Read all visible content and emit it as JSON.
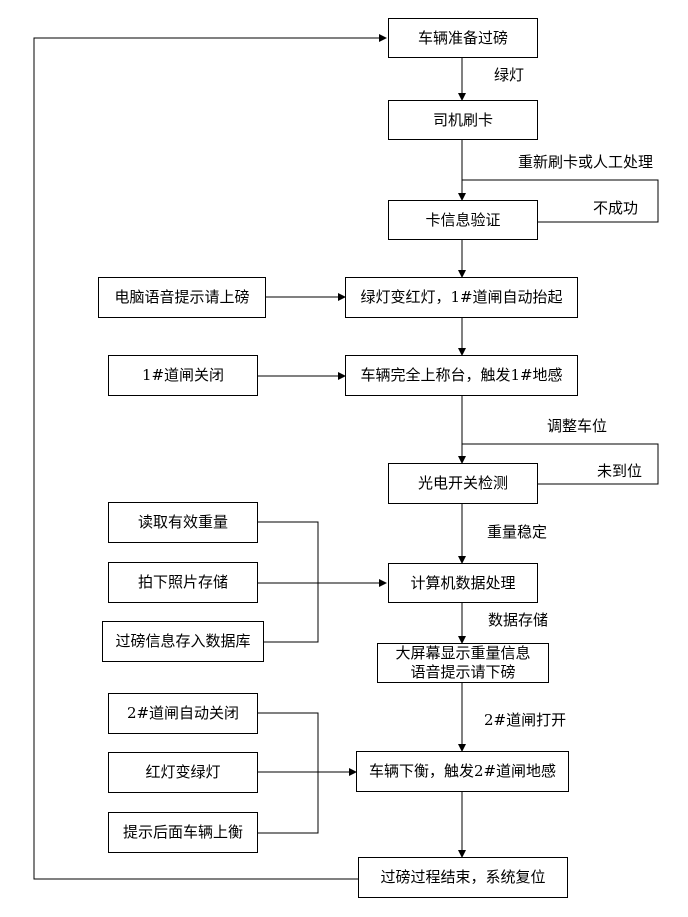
{
  "flow": {
    "step1": "车辆准备过磅",
    "step2": "司机刷卡",
    "step3": "卡信息验证",
    "step4": "绿灯变红灯，1#道闸自动抬起",
    "step5": "车辆完全上称台，触发1#地感",
    "step6": "光电开关检测",
    "step7": "计算机数据处理",
    "step8_line1": "大屏幕显示重量信息",
    "step8_line2": "语音提示请下磅",
    "step9": "车辆下衡，触发2#道闸地感",
    "step10": "过磅过程结束，系统复位"
  },
  "side": {
    "voice_prompt": "电脑语音提示请上磅",
    "gate1_close": "1#道闸关闭",
    "read_weight": "读取有效重量",
    "take_photo": "拍下照片存储",
    "save_db": "过磅信息存入数据库",
    "gate2_close": "2#道闸自动关闭",
    "red_to_green": "红灯变绿灯",
    "next_vehicle": "提示后面车辆上衡"
  },
  "labels": {
    "green_light": "绿灯",
    "reswipe": "重新刷卡或人工处理",
    "failed": "不成功",
    "adjust": "调整车位",
    "not_in_place": "未到位",
    "weight_stable": "重量稳定",
    "data_store": "数据存储",
    "gate2_open": "2#道闸打开"
  }
}
